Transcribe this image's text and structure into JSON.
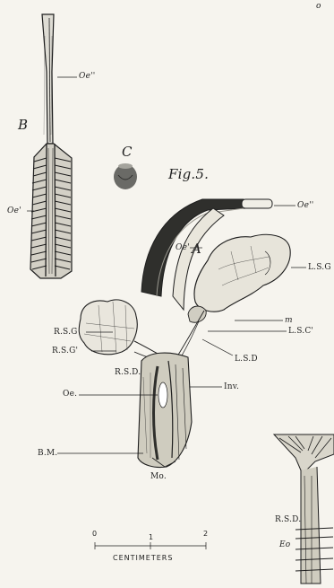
{
  "figure": {
    "caption": "Fig.5.",
    "corner_mark": "o",
    "panels": [
      "A",
      "B",
      "C"
    ],
    "scale": {
      "ticks": [
        "0",
        "1",
        "2"
      ],
      "unit": "CENTIMETERS"
    }
  },
  "labels": {
    "b_oe_top": "Oe''",
    "b_oe_left": "Oe'",
    "a_oe_top": "Oe''",
    "a_oe_mid": "Oe'",
    "lsg": "L.S.G",
    "lsc": "L.S.C'",
    "mark_m": "m",
    "lsd": "L.S.D",
    "rsg": "R.S.G",
    "rsg_prime": "R.S.G'",
    "rsd": "R.S.D.",
    "oe": "Oe.",
    "inv": "Inv.",
    "bm": "B.M.",
    "mo": "Mo.",
    "rsd_right": "R.S.D.",
    "eo_right": "Eo"
  }
}
